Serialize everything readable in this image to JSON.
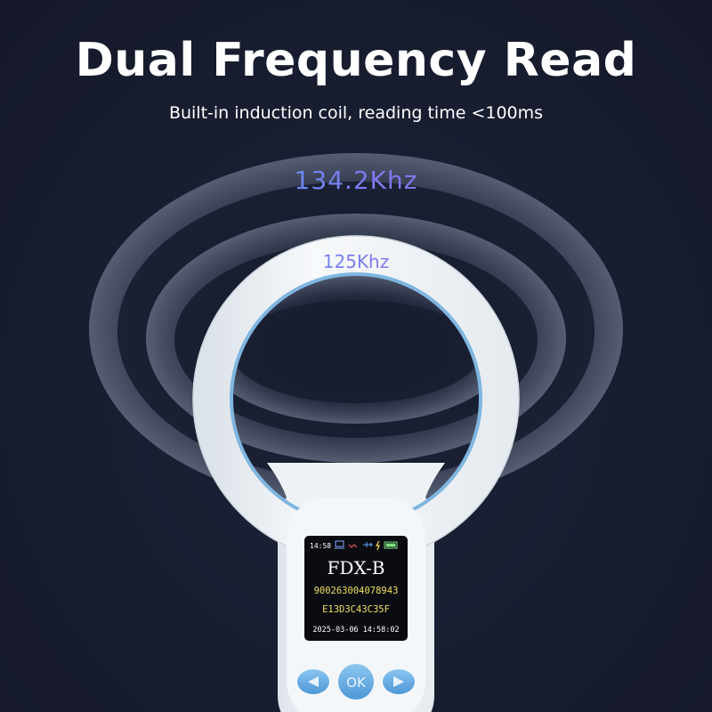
{
  "headline": "Dual Frequency Read",
  "subheadline": "Built-in induction coil, reading time <100ms",
  "frequencies": {
    "outer": "134.2Khz",
    "inner": "125Khz"
  },
  "screen": {
    "clock": "14:58",
    "protocol": "FDX-B",
    "tag_id": "900263004078943",
    "hex_code": "E13D3C43C35F",
    "timestamp": "2025-03-06 14:58:02",
    "status_icons": [
      "computer-icon",
      "wireless-icon",
      "usb-icon",
      "bolt-icon",
      "battery-icon"
    ]
  },
  "buttons": {
    "left": "left-arrow-icon",
    "ok_label": "OK",
    "right": "right-arrow-icon"
  },
  "colors": {
    "background": "#181d30",
    "device_body": "#f2f5f8",
    "accent": "#5ba8e0",
    "frequency_gradient": [
      "#2ad0e8",
      "#7a7cf0",
      "#c05ce8"
    ]
  }
}
